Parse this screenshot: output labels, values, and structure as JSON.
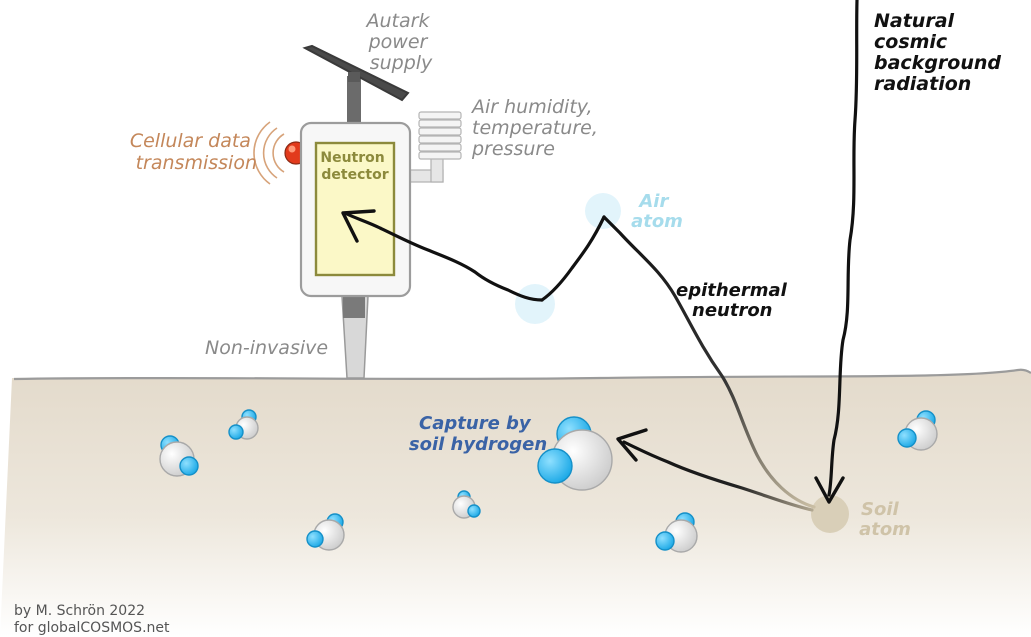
{
  "labels": {
    "power": [
      "Autark",
      "power",
      "supply"
    ],
    "sensors": [
      "Air humidity,",
      "temperature,",
      "pressure"
    ],
    "cellular": [
      "Cellular data",
      "transmission"
    ],
    "detector": [
      "Neutron",
      "detector"
    ],
    "air_atom": [
      "Air",
      "atom"
    ],
    "cosmic": [
      "Natural",
      "cosmic",
      "background",
      "radiation"
    ],
    "epithermal": [
      "epithermal",
      "neutron"
    ],
    "noninvasive": "Non-invasive",
    "capture": [
      "Capture by",
      "soil hydrogen"
    ],
    "soil_atom": [
      "Soil",
      "atom"
    ]
  },
  "credits": [
    "by M. Schrön 2022",
    "for globalCOSMOS.net"
  ],
  "colors": {
    "grey_text": "#8a8a8a",
    "cellular": "#c4875a",
    "detector_text": "#8c8a3c",
    "detector_fill": "#fbf8c7",
    "air_atom": "#a6dcec",
    "soil": "#e8e0d2",
    "soil_atom": "#cfc3a8",
    "capture": "#3a63a6",
    "black": "#111111",
    "water_blue": "#1fb2ea"
  }
}
